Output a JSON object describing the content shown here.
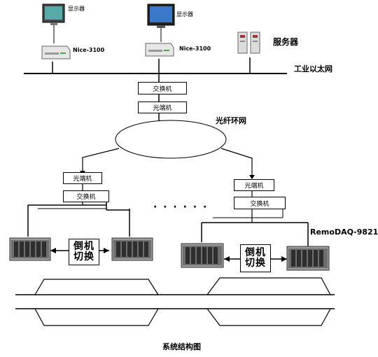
{
  "monitor_label": "显示器",
  "workstation_label": "Nice-3100",
  "server_label": "服务器",
  "ethernet_label": "工业以太网",
  "switch_label": "交换机",
  "optical_terminal_label": "光端机",
  "fiber_ring_label": "光纤环网",
  "ellipsis": "· · · · · ·",
  "remodaq_label": "RemoDAQ-9821",
  "switchover": [
    "倒机",
    "切换"
  ],
  "caption": "系统结构图"
}
